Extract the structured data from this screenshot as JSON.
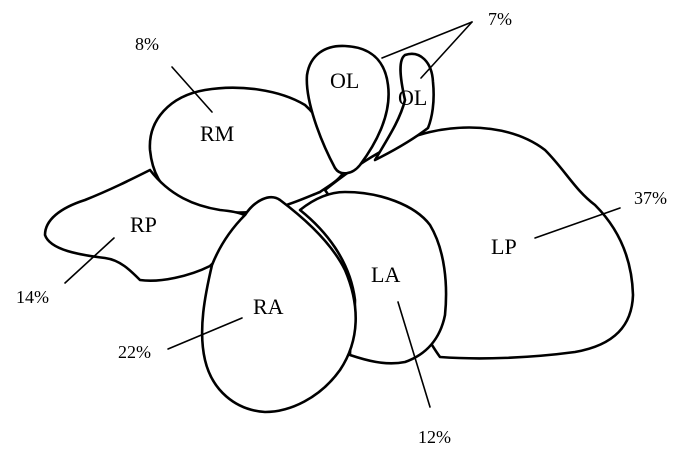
{
  "diagram": {
    "lobes": {
      "rm": {
        "name": "RM",
        "percent": "8%"
      },
      "ol": {
        "name": "OL",
        "percent": "7%"
      },
      "ol_small": {
        "name": "OL"
      },
      "rp": {
        "name": "RP",
        "percent": "14%"
      },
      "ra": {
        "name": "RA",
        "percent": "22%"
      },
      "la": {
        "name": "LA",
        "percent": "12%"
      },
      "lp": {
        "name": "LP",
        "percent": "37%"
      }
    }
  }
}
